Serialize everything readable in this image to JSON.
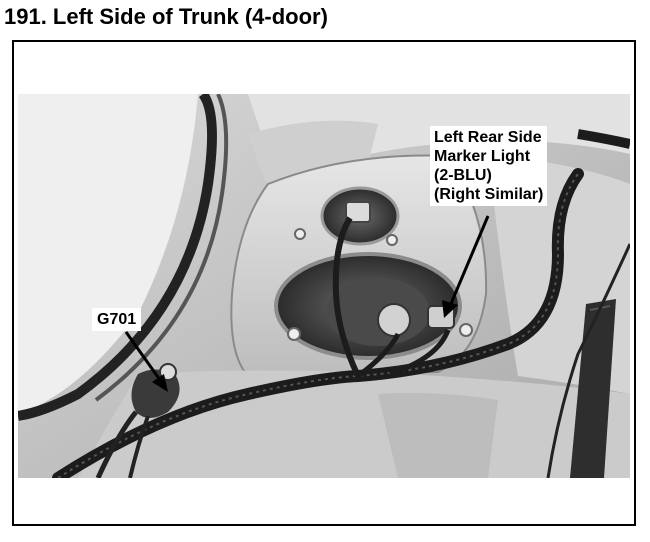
{
  "header": {
    "title": "191. Left Side of Trunk (4-door)"
  },
  "callouts": {
    "marker_light": {
      "lines": [
        "Left Rear Side",
        "Marker Light",
        "(2-BLU)",
        "(Right Similar)"
      ]
    },
    "ground": {
      "label": "G701"
    }
  },
  "colors": {
    "text": "#000000",
    "background": "#ffffff",
    "photo_mid": "#c9c9c9",
    "photo_dark": "#2a2a2a"
  }
}
